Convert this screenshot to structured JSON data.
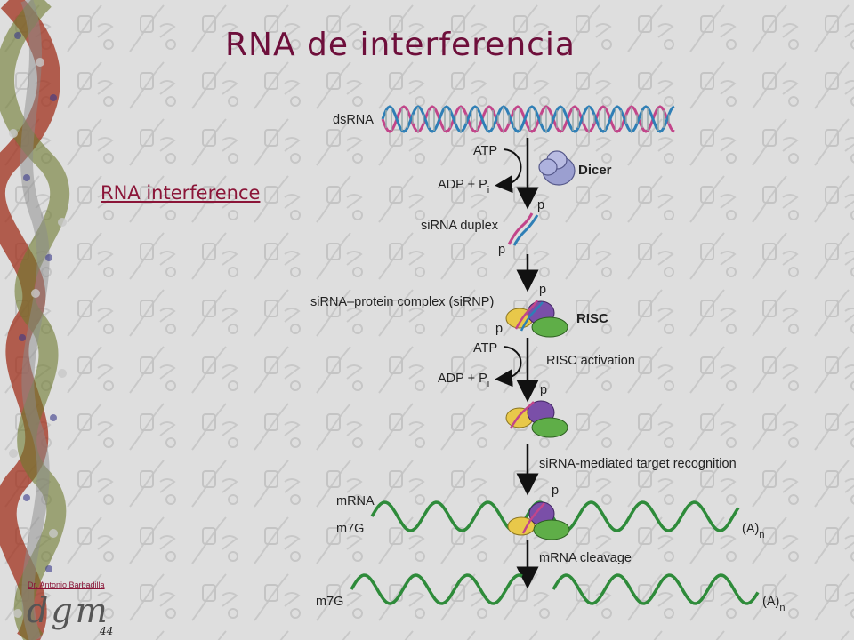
{
  "slide": {
    "title": "RNA de interferencia",
    "subtitle": "RNA interference",
    "author": "Dr. Antonio Barbadilla",
    "logo": "dgm",
    "page_number": "44"
  },
  "diagram": {
    "dsRNA": "dsRNA",
    "atp_1": "ATP",
    "adp_1": "ADP + P",
    "adp_1_sub": "i",
    "dicer": "Dicer",
    "p_1": "p",
    "sirna_duplex": "siRNA duplex",
    "p_2": "p",
    "sirnp": "siRNA–protein complex (siRNP)",
    "p_3": "p",
    "risc": "RISC",
    "p_4": "p",
    "atp_2": "ATP",
    "risc_activation": "RISC activation",
    "adp_2": "ADP + P",
    "adp_2_sub": "i",
    "p_5": "p",
    "target_recognition": "siRNA-mediated target recognition",
    "p_6": "p",
    "mrna": "mRNA",
    "m7g_1": "m7G",
    "polya_1": "(A)",
    "polya_1_sub": "n",
    "mrna_cleavage": "mRNA cleavage",
    "m7g_2": "m7G",
    "polya_2": "(A)",
    "polya_2_sub": "n"
  },
  "colors": {
    "title": "#6e0f3b",
    "subtitle": "#8b1538",
    "strand_pink": "#c2458a",
    "strand_blue": "#2f7fb6",
    "mrna_green": "#2e8b3a",
    "protein_purple": "#7a4fa8",
    "protein_green": "#5fae48",
    "protein_yellow": "#e8c84a",
    "dicer_lavender": "#9b9fd0"
  }
}
